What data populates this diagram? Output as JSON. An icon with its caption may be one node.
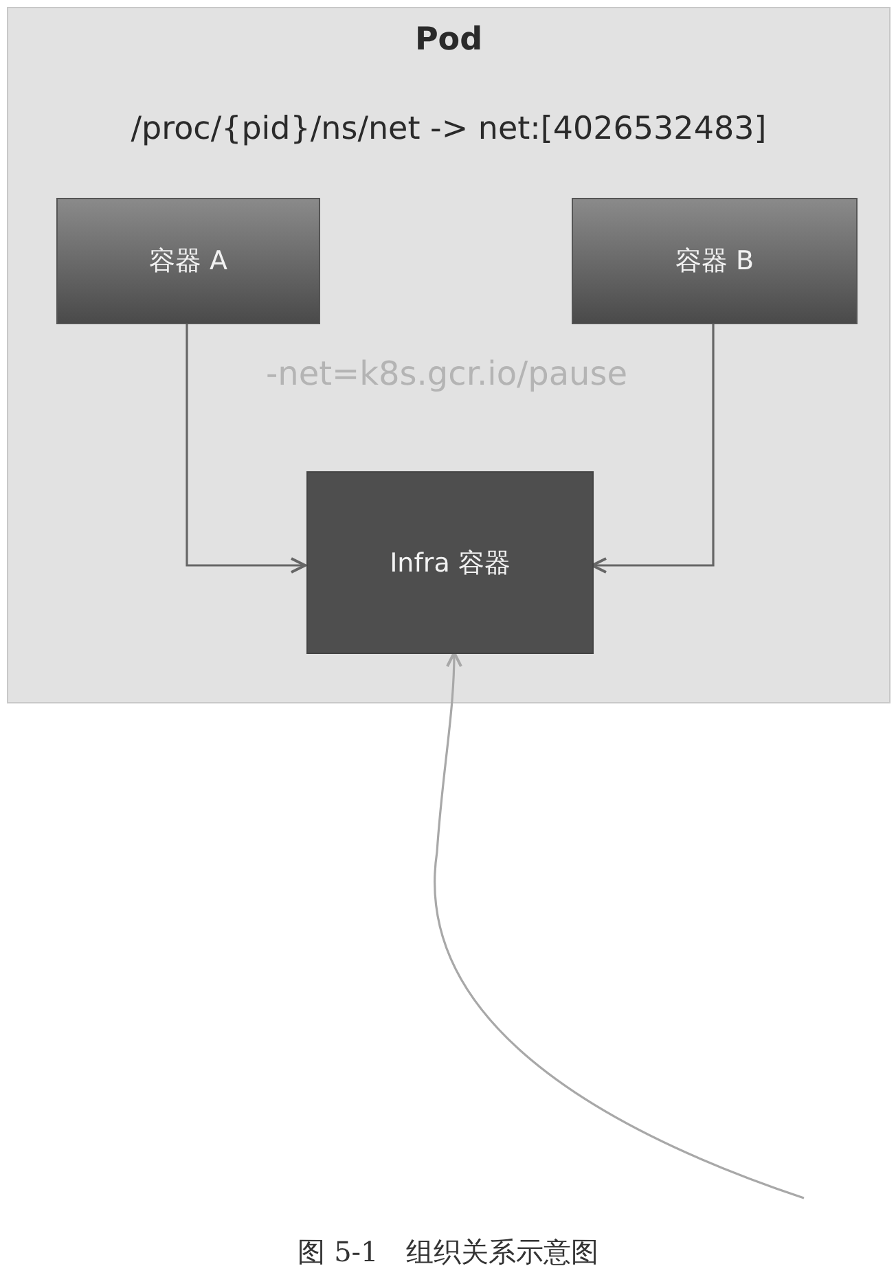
{
  "diagram": {
    "caption": "图 5-1　组织关系示意图",
    "nodes": [
      {
        "text": [
          "Pod",
          "/proc/{pid}/ns/net -> net:[4026532483]"
        ]
      },
      {
        "text": [
          "容器 A"
        ],
        "in": 0
      },
      {
        "text": [
          "容器 B"
        ],
        "in": 0
      },
      {
        "text": [
          "Infra 容器"
        ],
        "in": 0
      }
    ],
    "edges": [
      {
        "from": 1,
        "to": 3,
        "arrow": "to"
      },
      {
        "from": 2,
        "to": 3,
        "arrow": "to"
      },
      {
        "from": null,
        "to": 3,
        "arrow": "to"
      }
    ],
    "labels": [
      "-net=k8s.gcr.io/pause"
    ]
  }
}
